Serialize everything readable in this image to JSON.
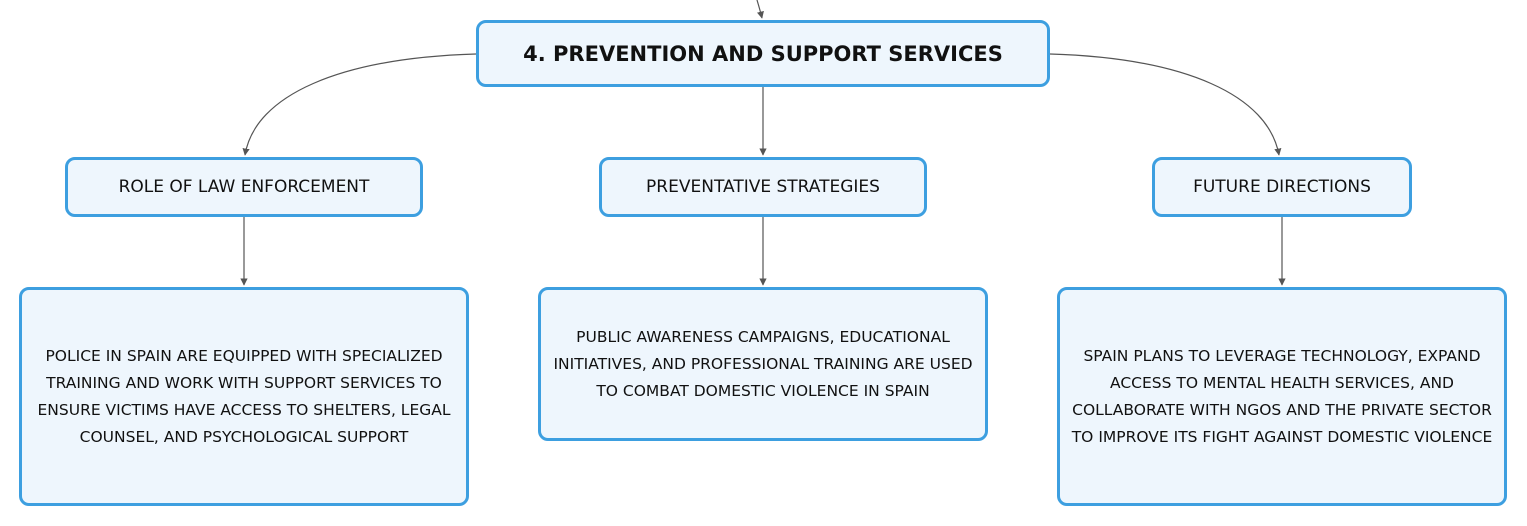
{
  "root": {
    "label": "4. PREVENTION AND SUPPORT SERVICES"
  },
  "branches": [
    {
      "label": "ROLE OF LAW ENFORCEMENT",
      "detail": "POLICE IN SPAIN ARE EQUIPPED WITH SPECIALIZED TRAINING AND WORK WITH SUPPORT SERVICES TO ENSURE VICTIMS HAVE ACCESS TO SHELTERS, LEGAL COUNSEL, AND PSYCHOLOGICAL SUPPORT"
    },
    {
      "label": "PREVENTATIVE STRATEGIES",
      "detail": "PUBLIC AWARENESS CAMPAIGNS, EDUCATIONAL INITIATIVES, AND PROFESSIONAL TRAINING ARE USED TO COMBAT DOMESTIC VIOLENCE IN SPAIN"
    },
    {
      "label": "FUTURE DIRECTIONS",
      "detail": "SPAIN PLANS TO LEVERAGE TECHNOLOGY, EXPAND ACCESS TO MENTAL HEALTH SERVICES, AND COLLABORATE WITH NGOS AND THE PRIVATE SECTOR TO IMPROVE ITS FIGHT AGAINST DOMESTIC VIOLENCE"
    }
  ],
  "colors": {
    "node_border": "#3d9fe0",
    "node_fill": "#eef6fd",
    "connector": "#555555"
  }
}
